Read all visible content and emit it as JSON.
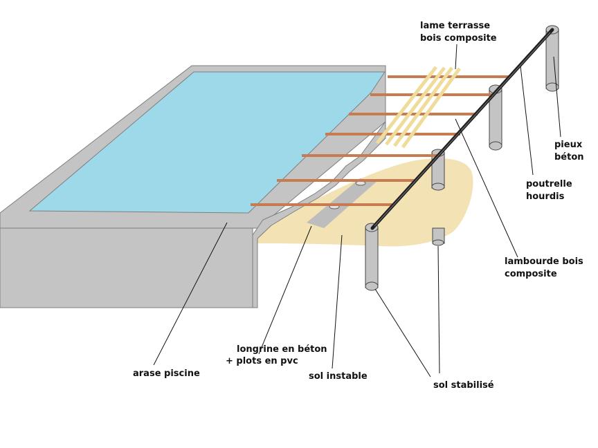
{
  "colors": {
    "pool_water": "#9ed9ea",
    "pool_structure": "#c4c4c4",
    "pool_outline": "#7d7d7d",
    "unstable_soil": "#f3e3b4",
    "ground_beam": "#bdbdbd",
    "joists": "#c87a50",
    "decking_boards": "#f0dc9a",
    "steel_beam": "#202020",
    "piles": "#c4c4c4",
    "leader_lines": "#111111"
  },
  "labels": {
    "decking": [
      "lame terrasse",
      "bois composite"
    ],
    "piles": [
      "pieux",
      "béton"
    ],
    "beam": [
      "poutrelle",
      "hourdis"
    ],
    "joists": [
      "lambourde bois",
      "composite"
    ],
    "ground_beam": [
      "longrine en béton",
      "+ plots en pvc"
    ],
    "pool_edge": [
      "arase piscine"
    ],
    "unstable_soil": [
      "sol instable"
    ],
    "stabilized_soil": [
      "sol stabilisé"
    ]
  }
}
